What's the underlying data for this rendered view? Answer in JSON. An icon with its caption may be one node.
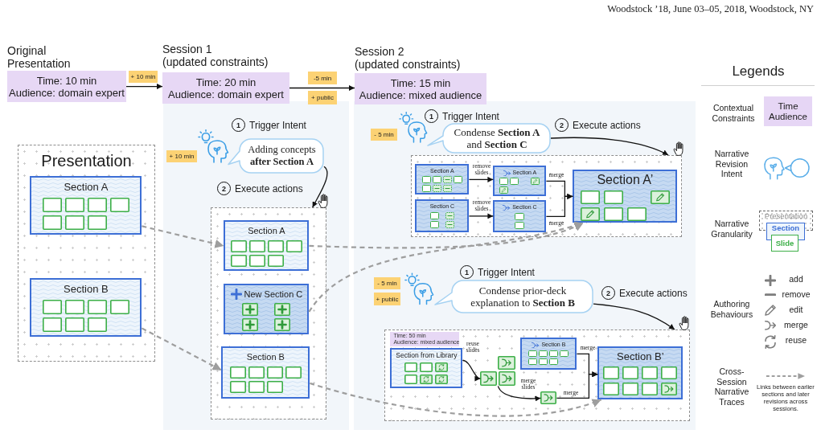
{
  "diagram": {
    "nodes": [
      {
        "text": [
          "Original Presentation",
          "Time: 10 min",
          "Audience: domain expert"
        ]
      },
      {
        "text": [
          "+ 10 min"
        ]
      },
      {
        "text": [
          "Session 1",
          "(updated constraints)",
          "Time: 20 min",
          "Audience: domain expert"
        ]
      },
      {
        "text": [
          "-5 min"
        ]
      },
      {
        "text": [
          "+ public"
        ]
      },
      {
        "text": [
          "Session 2",
          "(updated constraints)",
          "Time: 15 min",
          "Audience: mixed audience"
        ]
      },
      {
        "text": [
          "Presentation"
        ]
      },
      {
        "text": [
          "Section A"
        ],
        "in": 6
      },
      {
        "text": [
          "Section B"
        ],
        "in": 6
      },
      {
        "text": [
          "1"
        ],
        "beside": [
          "Trigger Intent"
        ]
      },
      {
        "text": [
          "+ 10 min"
        ]
      },
      {
        "text": [
          "Adding concepts **after Section A**"
        ]
      },
      {
        "text": [
          "2"
        ],
        "beside": [
          "Execute actions"
        ]
      },
      {
        "text": [],
        "shape": "box"
      },
      {
        "text": [
          "Section A"
        ],
        "in": 13
      },
      {
        "text": [
          "New Section C"
        ],
        "in": 13
      },
      {
        "text": [
          "Section B"
        ],
        "in": 13
      },
      {
        "text": [
          "1"
        ],
        "beside": [
          "Trigger Intent"
        ]
      },
      {
        "text": [
          "- 5 min"
        ]
      },
      {
        "text": [
          "Condense **Section A** and **Section C**"
        ]
      },
      {
        "text": [
          "2"
        ],
        "beside": [
          "Execute actions"
        ]
      },
      {
        "text": [],
        "shape": "box"
      },
      {
        "text": [
          "Section A"
        ],
        "in": 21
      },
      {
        "text": [
          "Section C"
        ],
        "in": 21
      },
      {
        "text": [
          "Section A"
        ],
        "in": 21
      },
      {
        "text": [
          "Section C"
        ],
        "in": 21
      },
      {
        "text": [
          "Section A’"
        ],
        "in": 21
      },
      {
        "text": [
          "1"
        ],
        "beside": [
          "Trigger Intent"
        ]
      },
      {
        "text": [
          "- 5 min"
        ]
      },
      {
        "text": [
          "+ public"
        ]
      },
      {
        "text": [
          "Condense prior-deck explanation to **Section B**"
        ]
      },
      {
        "text": [
          "2"
        ],
        "beside": [
          "Execute actions"
        ]
      },
      {
        "text": [],
        "shape": "box"
      },
      {
        "text": [
          "Time: 50 min",
          "Audience: mixed audience"
        ],
        "in": 32
      },
      {
        "text": [
          "Section from Library"
        ],
        "in": 32
      },
      {
        "text": [],
        "shape": "box",
        "in": 32
      },
      {
        "text": [
          "Section B"
        ],
        "in": 32
      },
      {
        "text": [],
        "shape": "box",
        "in": 32
      },
      {
        "text": [
          "Section B’"
        ],
        "in": 32
      }
    ],
    "edges": [
      {
        "from": 0,
        "to": 2,
        "arrow": "to"
      },
      {
        "from": 2,
        "to": 5,
        "arrow": "to"
      },
      {
        "from": 7,
        "to": 14,
        "arrow": "to",
        "style": "dashed",
        "color": "#9e9e9e"
      },
      {
        "from": 8,
        "to": 16,
        "arrow": "to",
        "style": "dashed",
        "color": "#9e9e9e"
      },
      {
        "from": 11,
        "to": 13,
        "arrow": "to"
      },
      {
        "from": 14,
        "to": 26,
        "arrow": "to",
        "style": "dashed",
        "color": "#9e9e9e"
      },
      {
        "from": 15,
        "to": 26,
        "arrow": "to",
        "style": "dashed",
        "color": "#9e9e9e"
      },
      {
        "from": 16,
        "to": 38,
        "arrow": "to",
        "style": "dashed",
        "color": "#9e9e9e"
      },
      {
        "from": 19,
        "to": 21,
        "arrow": "to"
      },
      {
        "from": 22,
        "to": 24,
        "arrow": "to",
        "label": "remove slides"
      },
      {
        "from": 23,
        "to": 25,
        "arrow": "to",
        "label": "remove slides"
      },
      {
        "from": 24,
        "to": 26,
        "arrow": "to",
        "label": "merge"
      },
      {
        "from": 25,
        "to": 26,
        "arrow": "to",
        "label": "merge"
      },
      {
        "from": 30,
        "to": 32,
        "arrow": "to"
      },
      {
        "from": 34,
        "to": 35,
        "arrow": "to",
        "label": "reuse slides"
      },
      {
        "from": 35,
        "to": 37,
        "arrow": "to",
        "label": "merge slides"
      },
      {
        "from": 36,
        "to": 38,
        "arrow": "to",
        "label": "merge"
      },
      {
        "from": 37,
        "to": 38,
        "arrow": "to",
        "label": "merge"
      }
    ],
    "labels": [
      "Woodstock ’18, June 03–05, 2018, Woodstock, NY",
      "Legends",
      "Time",
      "Audience",
      "Presentation",
      "Section",
      "Slide",
      "Authoring Behaviours",
      "Links between earlier sections and later revisions across sessions."
    ],
    "legend": [
      {
        "text": "Contextual Constraints",
        "color": "#e6d6f5"
      },
      {
        "text": "Narrative Revision Intent"
      },
      {
        "text": "Narrative Granularity"
      },
      {
        "text": "add"
      },
      {
        "text": "remove"
      },
      {
        "text": "edit"
      },
      {
        "text": "merge"
      },
      {
        "text": "reuse"
      },
      {
        "text": "Cross-Session Narrative Traces"
      }
    ]
  }
}
